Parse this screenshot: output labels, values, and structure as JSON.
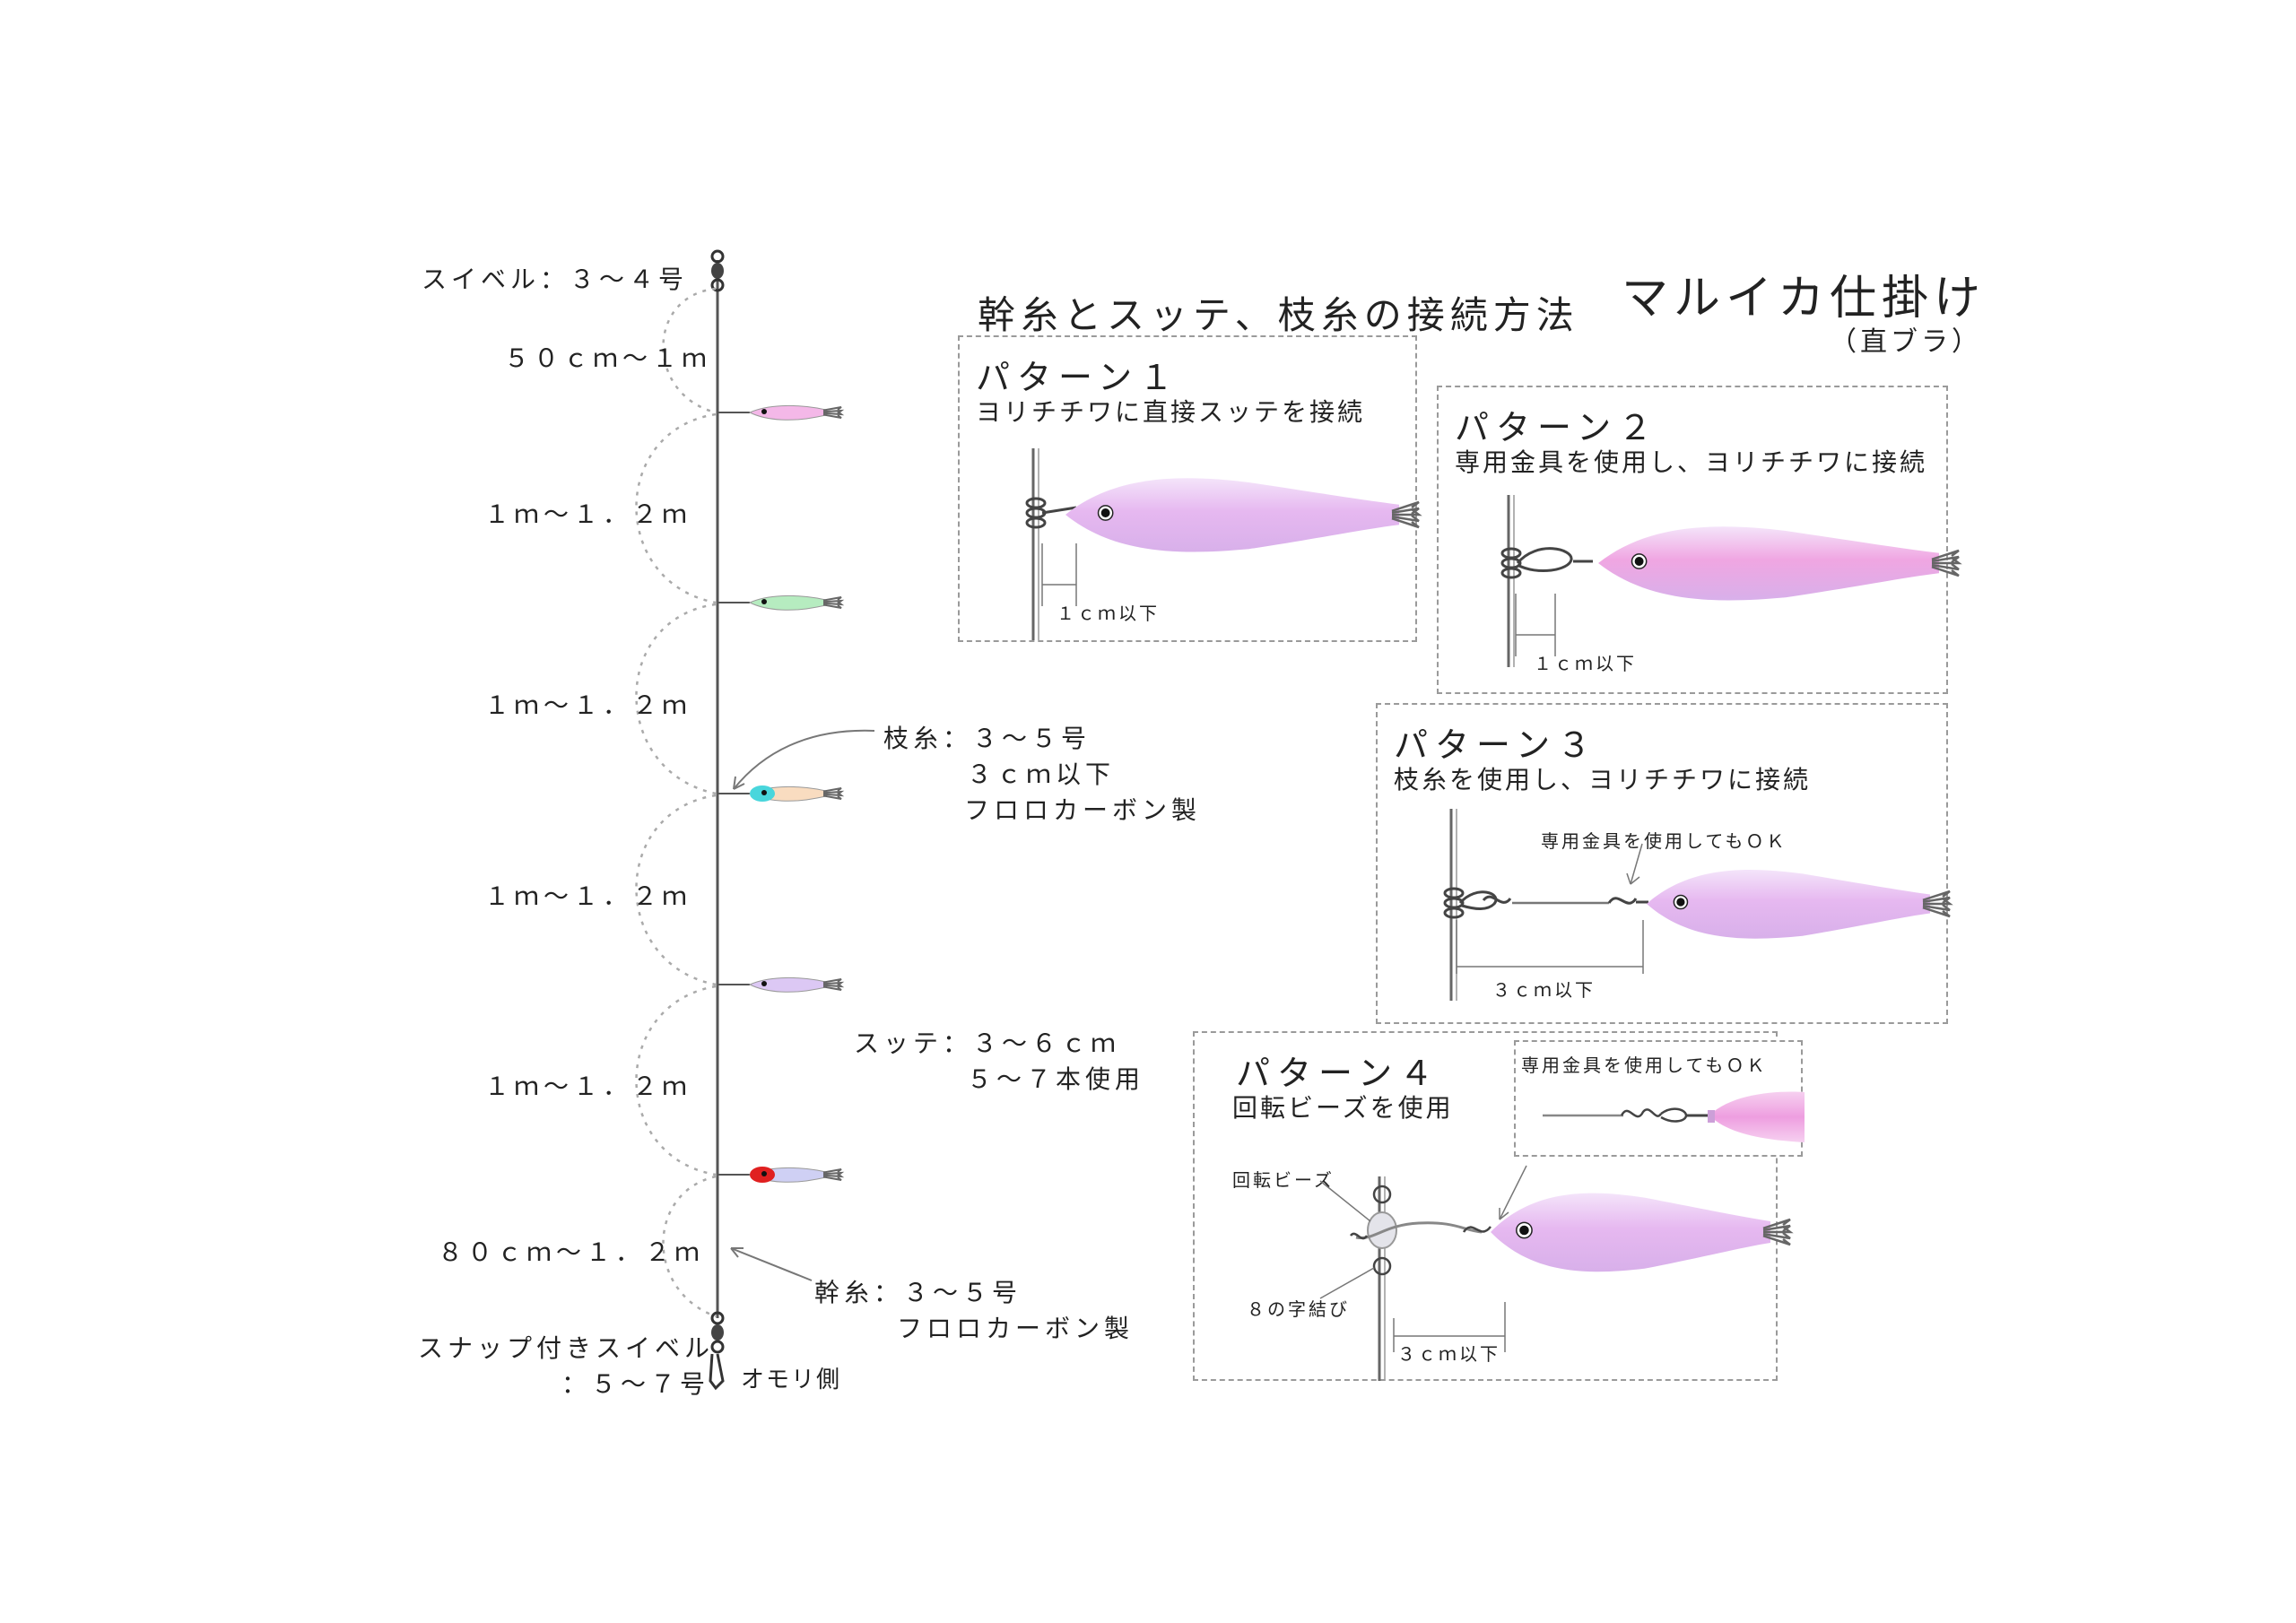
{
  "title": {
    "main": "マルイカ仕掛け",
    "sub": "（直ブラ）",
    "section": "幹糸とスッテ、枝糸の接続方法"
  },
  "rig": {
    "swivel_top": "スイベル：３～４号",
    "spacing_top": "５０ｃｍ～１ｍ",
    "spacing_1": "１ｍ～１．２ｍ",
    "spacing_2": "１ｍ～１．２ｍ",
    "spacing_3": "１ｍ～１．２ｍ",
    "spacing_4": "１ｍ～１．２ｍ",
    "spacing_bottom": "８０ｃｍ～１．２ｍ",
    "snap_swivel_1": "スナップ付きスイベル",
    "snap_swivel_2": "：５～７号",
    "sinker_side": "オモリ側",
    "branch_1": "枝糸：３～５号",
    "branch_2": "３ｃｍ以下",
    "branch_3": "フロロカーボン製",
    "sutte_1": "スッテ：３～６ｃｍ",
    "sutte_2": "５～７本使用",
    "main_line_1": "幹糸：３～５号",
    "main_line_2": "フロロカーボン製",
    "lure_colors": [
      "#f4b8e8",
      "#b6ecc0",
      "#f9dcc0",
      "#dcc8f4",
      "#cfd0f4"
    ],
    "lure_heads": [
      "#f4b8e8",
      "#b6ecc0",
      "#49d6dc",
      "#dcc8f4",
      "#e02020"
    ]
  },
  "patterns": [
    {
      "title": "パターン１",
      "desc": "ヨリチチワに直接スッテを接続",
      "note": "１ｃｍ以下"
    },
    {
      "title": "パターン２",
      "desc": "専用金具を使用し、ヨリチチワに接続",
      "note": "１ｃｍ以下"
    },
    {
      "title": "パターン３",
      "desc": "枝糸を使用し、ヨリチチワに接続",
      "note": "３ｃｍ以下",
      "callout": "専用金具を使用してもＯＫ"
    },
    {
      "title": "パターン４",
      "desc": "回転ビーズを使用",
      "note": "３ｃｍ以下",
      "bead_label": "回転ビーズ",
      "knot_label": "８の字結び",
      "inset": "専用金具を使用してもＯＫ"
    }
  ],
  "colors": {
    "lure_main": "#e6b8f0",
    "line": "#555555",
    "dashed": "#9a9a9a"
  }
}
